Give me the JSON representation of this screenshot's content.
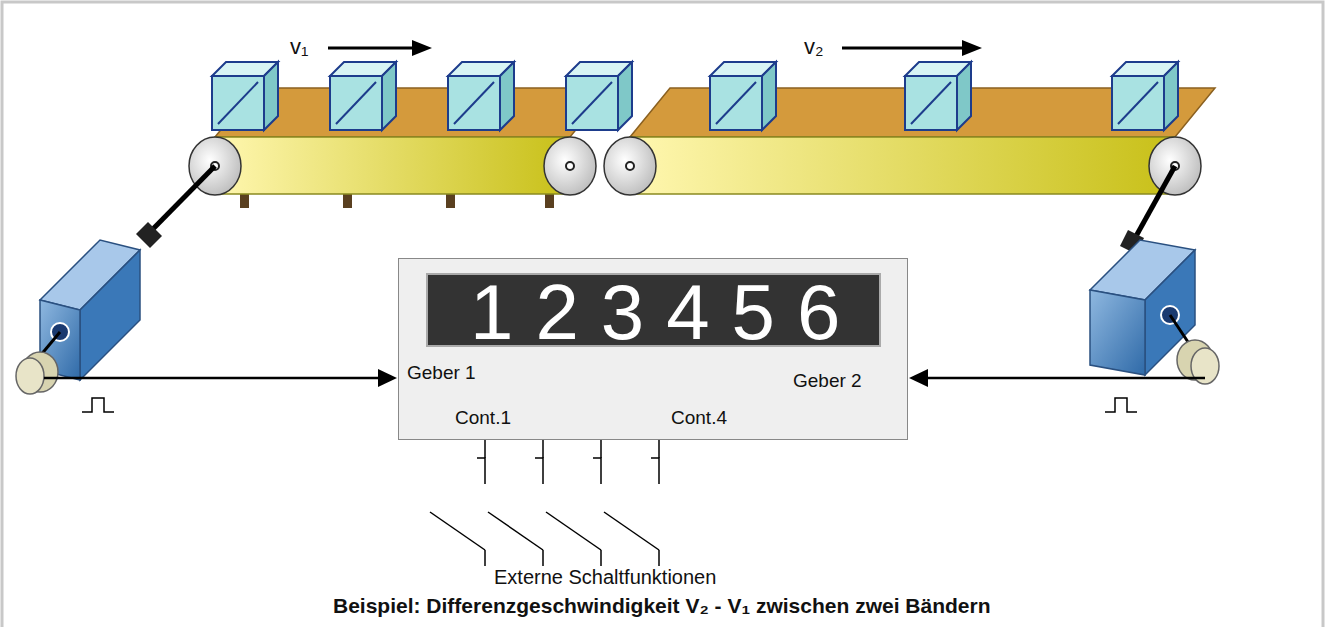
{
  "diagram": {
    "caption": "Beispiel: Differenzgeschwindigkeit V₂ - V₁ zwischen zwei Bändern",
    "nodes": [
      {
        "text": [
          "Geber 1",
          "Geber 2",
          "Cont.1",
          "Cont.4"
        ]
      },
      {
        "text": [
          "123456"
        ],
        "in": 0
      }
    ],
    "labels": [
      "v₁",
      "v₂",
      "Externe Schaltfunktionen"
    ]
  }
}
